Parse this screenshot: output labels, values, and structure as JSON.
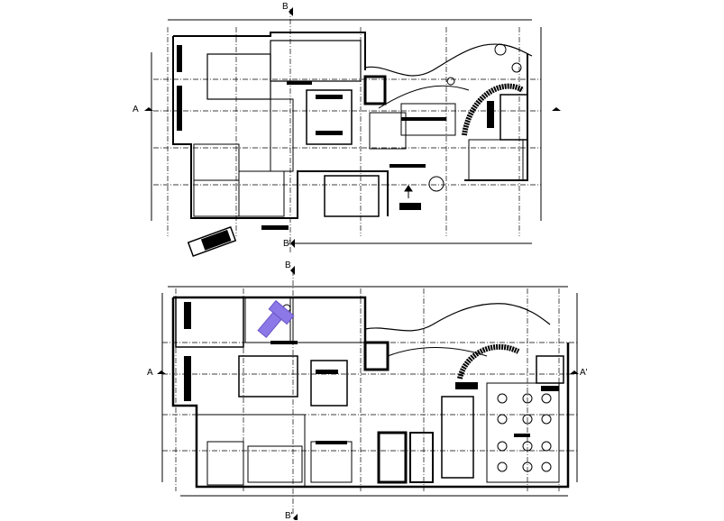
{
  "drawing": {
    "type": "architectural floor plans",
    "plans": [
      {
        "id": "upper-plan",
        "section_markers": {
          "top": "B",
          "bottom": "B'",
          "left": "A",
          "right": ""
        }
      },
      {
        "id": "lower-plan",
        "section_markers": {
          "top": "B",
          "bottom": "B'",
          "left": "A",
          "right": "A'"
        }
      }
    ],
    "colors": {
      "line": "#000000",
      "highlight": "#8c78e6",
      "background": "#ffffff"
    }
  }
}
